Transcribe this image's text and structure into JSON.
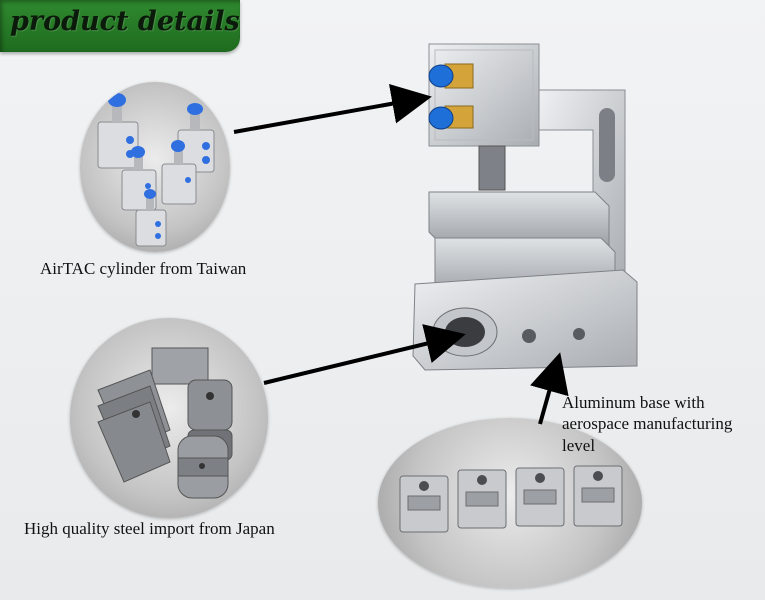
{
  "header": {
    "title": "product details"
  },
  "callouts": {
    "cylinder": "AirTAC cylinder from Taiwan",
    "steel": "High quality steel import from Japan",
    "base": "Aluminum base with aerospace manufacturing level"
  },
  "colors": {
    "header_green": "#2a7d2a",
    "fitting_blue": "#1e6fd8",
    "brass": "#d4a43a"
  }
}
